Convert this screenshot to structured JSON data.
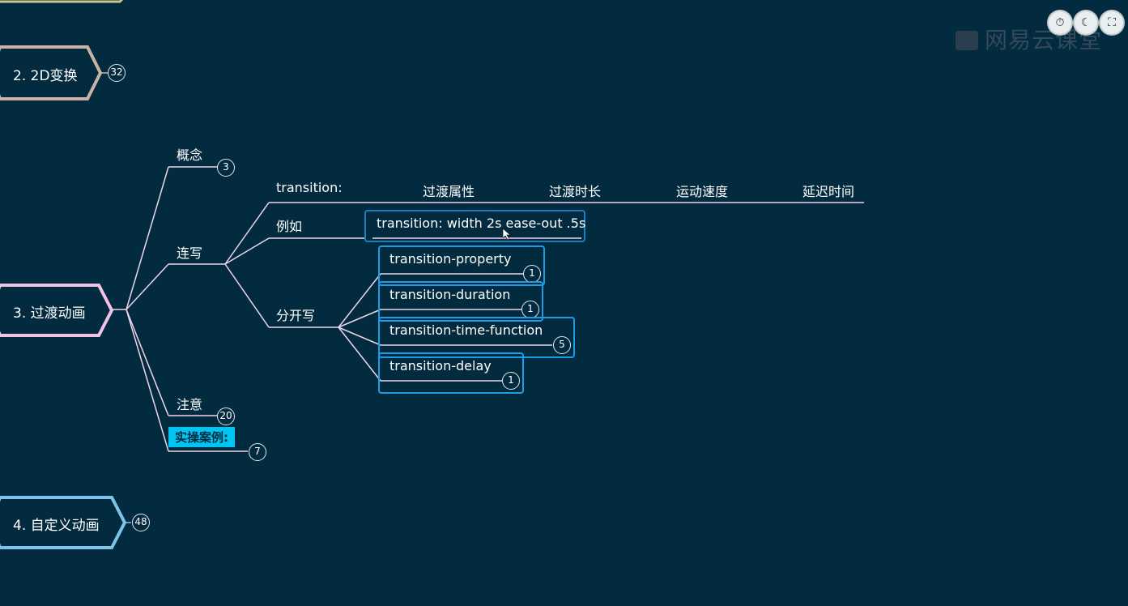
{
  "topics": [
    {
      "label": "2. 2D变换",
      "count": "32"
    },
    {
      "label": "3. 过渡动画"
    },
    {
      "label": "4. 自定义动画",
      "count": "48"
    }
  ],
  "branches": {
    "concept": {
      "label": "概念",
      "count": "3"
    },
    "shorthand": {
      "label": "连写"
    },
    "note": {
      "label": "注意",
      "count": "20"
    },
    "case": {
      "label": "实操案例:",
      "count": "7"
    }
  },
  "syntax": {
    "label": "transition:",
    "parts": [
      "过渡属性",
      "过渡时长",
      "运动速度",
      "延迟时间"
    ]
  },
  "example": {
    "label": "例如",
    "code": "transition: width 2s ease-out .5s"
  },
  "separate": {
    "label": "分开写",
    "items": [
      {
        "label": "transition-property",
        "count": "1"
      },
      {
        "label": "transition-duration",
        "count": "1"
      },
      {
        "label": "transition-time-function",
        "count": "5"
      },
      {
        "label": "transition-delay",
        "count": "1"
      }
    ]
  },
  "watermark": "网易云课堂",
  "toolbar": {
    "btn_icons": [
      "timer-icon",
      "moon-icon",
      "fullscreen-icon"
    ]
  },
  "colors": {
    "background": "#032b3f",
    "topic2": "#c9b3a6",
    "topic3": "#f1c3e4",
    "topic4": "#7cc4ea",
    "box": "#1e9ce8",
    "highlight": "#00c6f4"
  }
}
